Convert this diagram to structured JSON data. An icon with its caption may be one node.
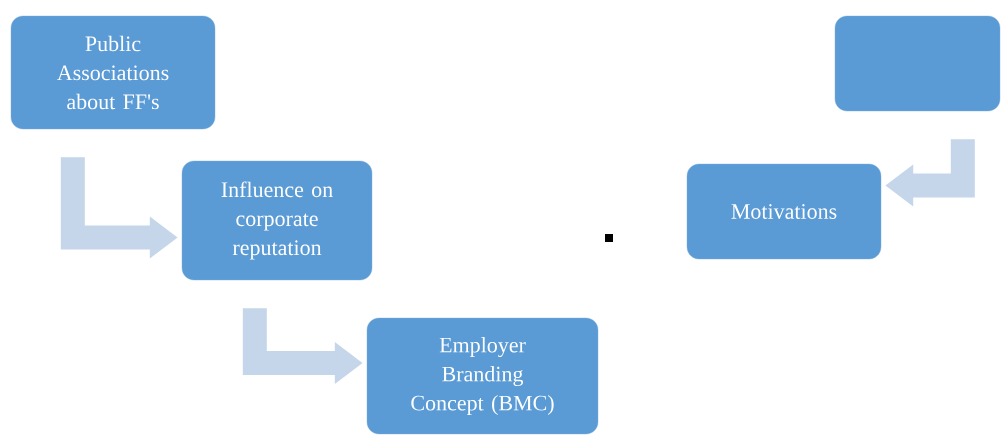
{
  "diagram": {
    "nodes": [
      {
        "text": [
          "Public Associations about FF's"
        ]
      },
      {
        "text": [
          "Influence on corporate reputation"
        ]
      },
      {
        "text": [
          "Employer Branding Concept (BMC)"
        ]
      },
      {
        "text": [],
        "shape": "box"
      },
      {
        "text": [
          "Motivations"
        ]
      }
    ],
    "edges": [
      {
        "from": 0,
        "to": 1,
        "arrow": "to"
      },
      {
        "from": 1,
        "to": 2,
        "arrow": "to"
      },
      {
        "from": 3,
        "to": 4,
        "arrow": "to"
      }
    ]
  }
}
